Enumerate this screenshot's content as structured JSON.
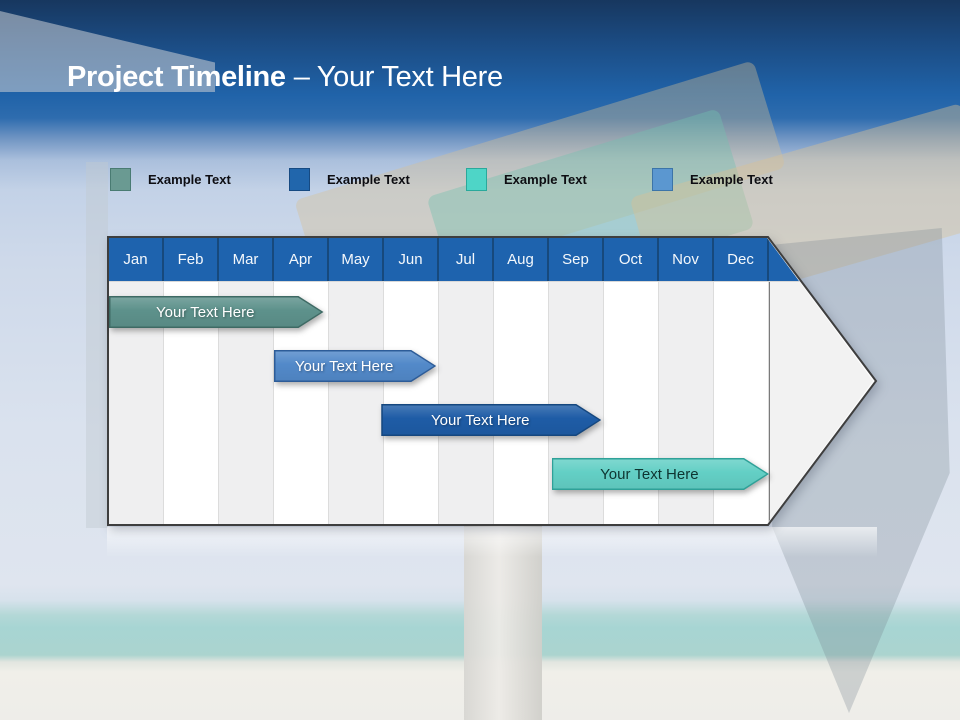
{
  "title": {
    "bold": "Project Timeline",
    "rest": "– Your Text Here"
  },
  "legend": {
    "items": [
      {
        "label": "Example Text",
        "color": "#6a9a92",
        "border": "#497b72"
      },
      {
        "label": "Example Text",
        "color": "#2166ac",
        "border": "#164a82"
      },
      {
        "label": "Example Text",
        "color": "#4ed5c7",
        "border": "#2aa99b"
      },
      {
        "label": "Example Text",
        "color": "#5b97d0",
        "border": "#3c74a8"
      }
    ]
  },
  "timeline": {
    "months": [
      "Jan",
      "Feb",
      "Mar",
      "Apr",
      "May",
      "Jun",
      "Jul",
      "Aug",
      "Sep",
      "Oct",
      "Nov",
      "Dec"
    ],
    "header_color": "#1e63ae",
    "stripe_colors": [
      "#efeff0",
      "#ffffff"
    ],
    "bars": [
      {
        "label": "Your Text Here",
        "start": 0,
        "end": 3.9,
        "row": 1,
        "fill": "#5d918b",
        "border": "#3e6a64",
        "text_color": "#ffffff"
      },
      {
        "label": "Your Text Here",
        "start": 3.0,
        "end": 5.95,
        "row": 2,
        "fill": "#5289c9",
        "border": "#2d5c98",
        "text_color": "#ffffff"
      },
      {
        "label": "Your Text Here",
        "start": 4.95,
        "end": 8.95,
        "row": 3,
        "fill": "#1e5ca6",
        "border": "#15477f",
        "text_color": "#ffffff"
      },
      {
        "label": "Your Text Here",
        "start": 8.05,
        "end": 12,
        "row": 4,
        "fill": "#63cfc5",
        "border": "#2fa198",
        "text_color": "#0e3531"
      }
    ]
  },
  "chart_data": {
    "type": "bar",
    "subtype": "horizontal-timeline-gantt",
    "title": "Project Timeline – Your Text Here",
    "categories": [
      "Jan",
      "Feb",
      "Mar",
      "Apr",
      "May",
      "Jun",
      "Jul",
      "Aug",
      "Sep",
      "Oct",
      "Nov",
      "Dec"
    ],
    "xlim_months": [
      0,
      12
    ],
    "legend_position": "top",
    "legend_entries": [
      "Example Text",
      "Example Text",
      "Example Text",
      "Example Text"
    ],
    "series": [
      {
        "name": "Your Text Here",
        "row": 1,
        "start": 0,
        "end": 3.9,
        "start_month": "Jan",
        "end_month": "mid-Apr",
        "color": "#5d918b"
      },
      {
        "name": "Your Text Here",
        "row": 2,
        "start": 3.0,
        "end": 5.95,
        "start_month": "Apr",
        "end_month": "end-Jun",
        "color": "#5289c9"
      },
      {
        "name": "Your Text Here",
        "row": 3,
        "start": 4.95,
        "end": 8.95,
        "start_month": "Jun",
        "end_month": "end-Sep",
        "color": "#1e5ca6"
      },
      {
        "name": "Your Text Here",
        "row": 4,
        "start": 8.05,
        "end": 12,
        "start_month": "Sep",
        "end_month": "Dec",
        "color": "#63cfc5"
      }
    ],
    "grid": "vertical month columns, alternating shading",
    "axis_header_color": "#1e63ae"
  }
}
